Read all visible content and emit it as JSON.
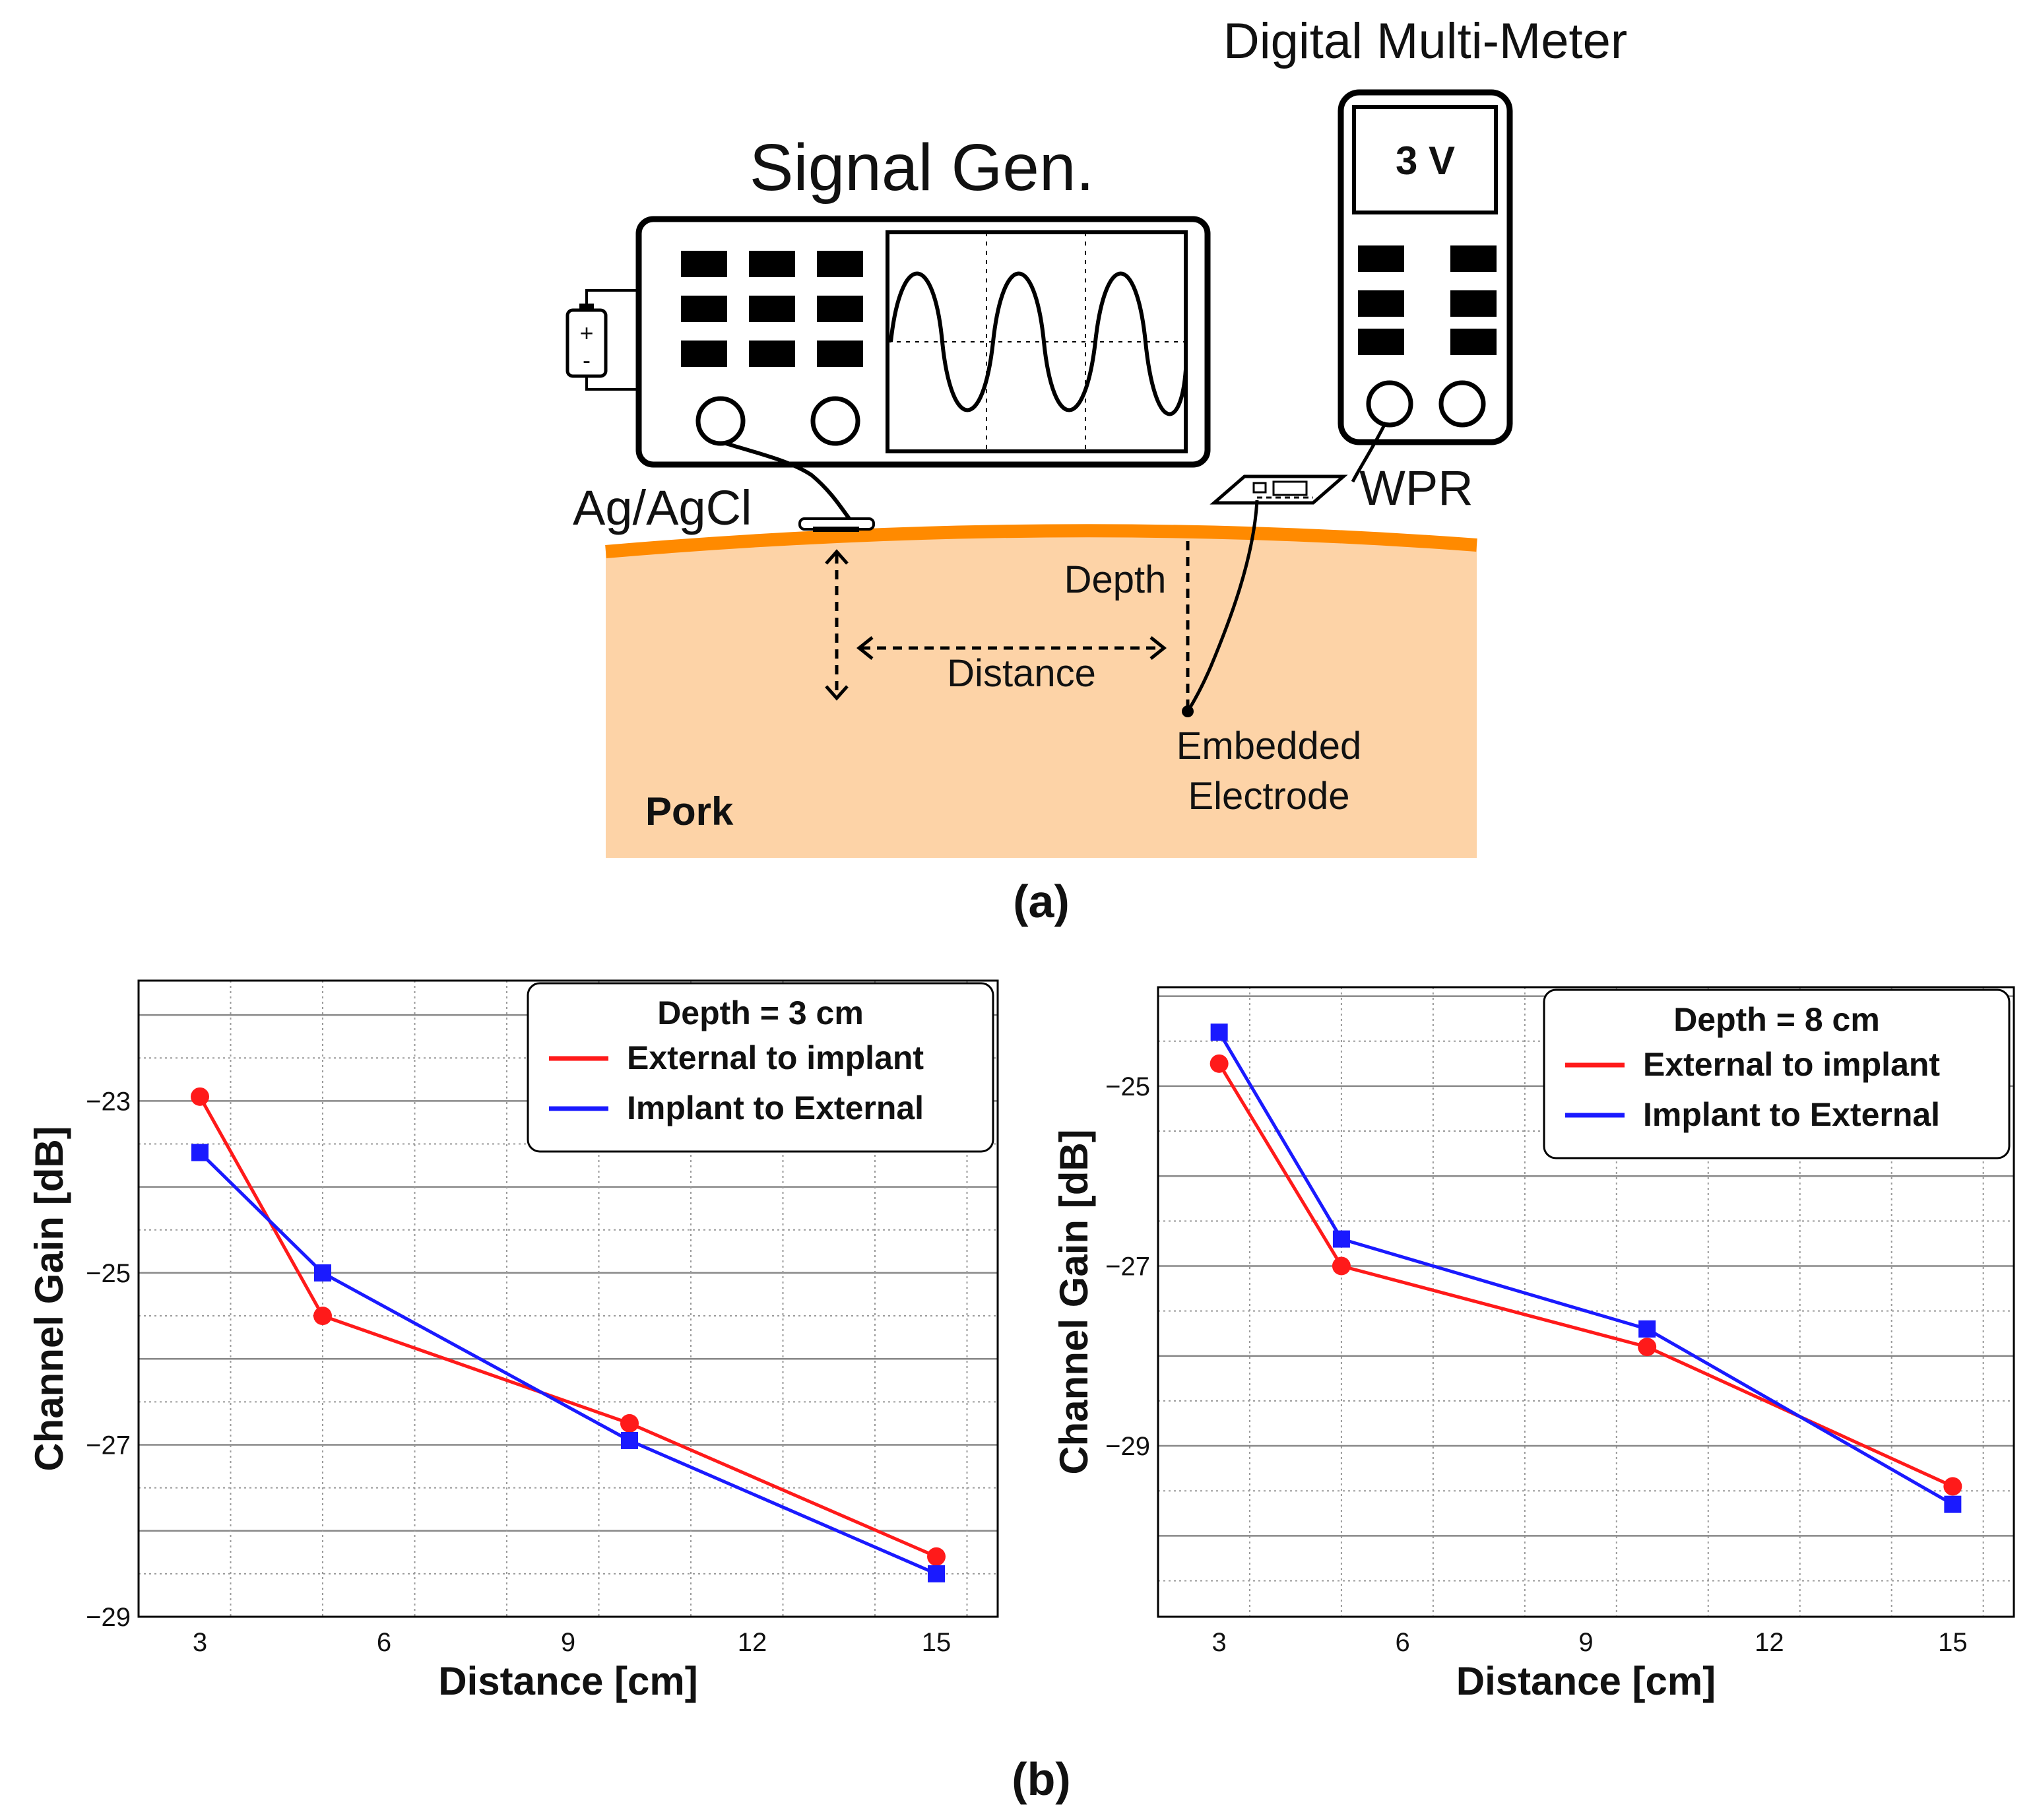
{
  "diagram": {
    "instrument_left": "Signal Gen.",
    "instrument_right": "Digital Multi-Meter",
    "meter_reading": "3 V",
    "battery_plus": "+",
    "battery_minus": "-",
    "electrode_surface": "Ag/AgCl",
    "receiver": "WPR",
    "depth_label": "Depth",
    "distance_label": "Distance",
    "embedded_line1": "Embedded",
    "embedded_line2": "Electrode",
    "tissue_label": "Pork",
    "caption": "(a)",
    "colors": {
      "tissue": "#fdd3a7",
      "skin": "#ff8a00"
    }
  },
  "figure_b_caption": "(b)",
  "chart_data": [
    {
      "type": "line",
      "title": "",
      "xlabel": "Distance [cm]",
      "ylabel": "Channel Gain [dB]",
      "x": [
        3,
        5,
        10,
        15
      ],
      "xticks": [
        3,
        6,
        9,
        12,
        15
      ],
      "yticks": [
        -23,
        -25,
        -27,
        -29
      ],
      "ytick_labels": [
        "−23",
        "−25",
        "−27",
        "−29"
      ],
      "xlim": [
        2,
        16
      ],
      "ylim": [
        -29,
        -21.6
      ],
      "grid": true,
      "legend_title": "Depth = 3 cm",
      "legend_position": "top-right",
      "series": [
        {
          "name": "External to implant",
          "color": "#ff1a1a",
          "marker": "circle",
          "values": [
            -22.95,
            -25.5,
            -26.75,
            -28.3
          ]
        },
        {
          "name": "Implant to External",
          "color": "#1a1aff",
          "marker": "square",
          "values": [
            -23.6,
            -25.0,
            -26.95,
            -28.5
          ]
        }
      ]
    },
    {
      "type": "line",
      "title": "",
      "xlabel": "Distance [cm]",
      "ylabel": "Channel Gain [dB]",
      "x": [
        3,
        5,
        10,
        15
      ],
      "xticks": [
        3,
        6,
        9,
        12,
        15
      ],
      "yticks": [
        -25,
        -27,
        -29
      ],
      "ytick_labels": [
        "−25",
        "−27",
        "−29"
      ],
      "xlim": [
        2,
        16
      ],
      "ylim": [
        -30.9,
        -23.9
      ],
      "grid": true,
      "legend_title": "Depth = 8 cm",
      "legend_position": "top-right",
      "series": [
        {
          "name": "External to implant",
          "color": "#ff1a1a",
          "marker": "circle",
          "values": [
            -24.75,
            -27.0,
            -27.9,
            -29.45
          ]
        },
        {
          "name": "Implant to External",
          "color": "#1a1aff",
          "marker": "square",
          "values": [
            -24.4,
            -26.7,
            -27.7,
            -29.65
          ]
        }
      ]
    }
  ]
}
